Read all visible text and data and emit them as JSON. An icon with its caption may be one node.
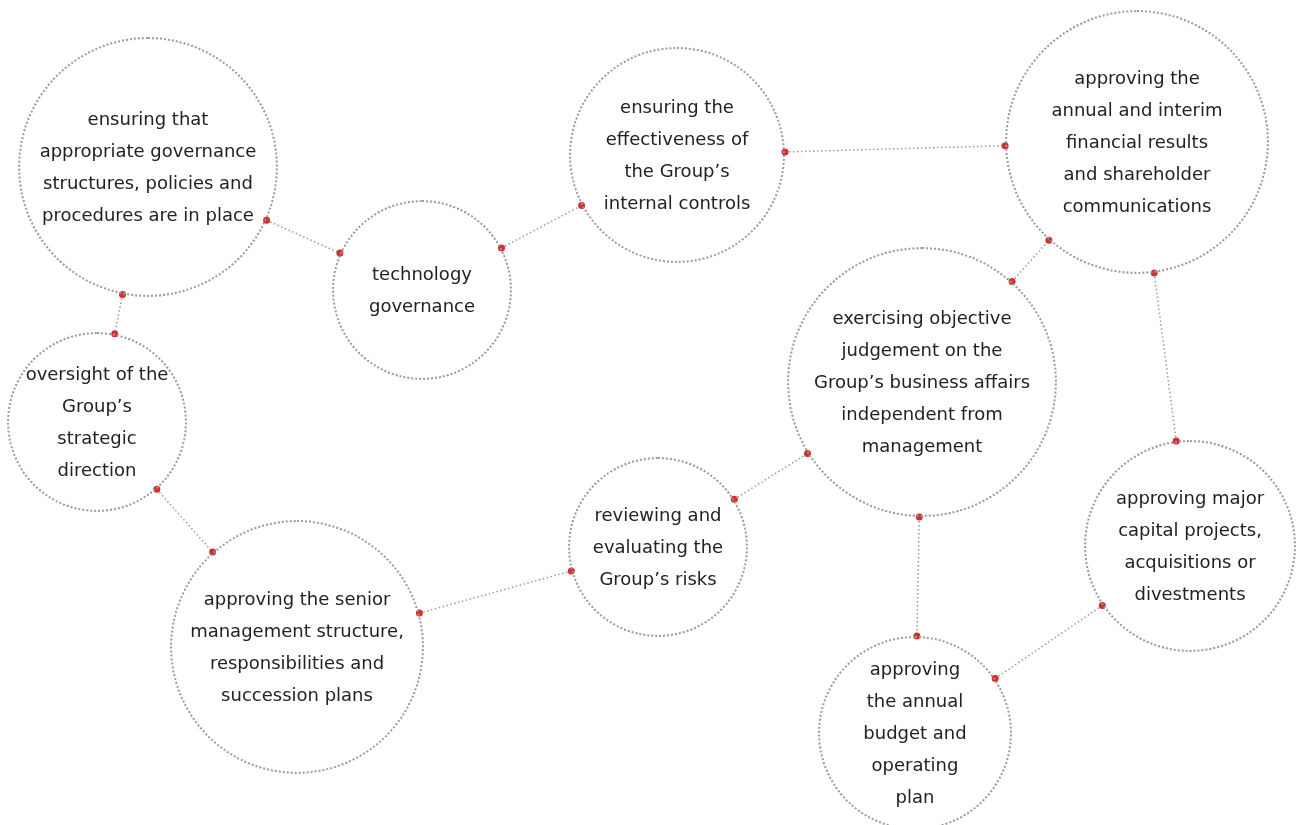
{
  "diagram": {
    "nodes": [
      {
        "text": [
          "ensuring that appropriate governance structures, policies and procedures are in place"
        ]
      },
      {
        "text": [
          "technology governance"
        ]
      },
      {
        "text": [
          "ensuring the effectiveness of the Group’s internal controls"
        ]
      },
      {
        "text": [
          "approving the annual and interim financial results and shareholder communications"
        ]
      },
      {
        "text": [
          "oversight of the Group’s strategic direction"
        ]
      },
      {
        "text": [
          "approving the senior management structure, responsibilities and succession plans"
        ]
      },
      {
        "text": [
          "reviewing and evaluating the Group’s risks"
        ]
      },
      {
        "text": [
          "exercising objective judgement on the Group’s business affairs independent from management"
        ]
      },
      {
        "text": [
          "approving major capital projects, acquisitions or divestments"
        ]
      },
      {
        "text": [
          "approving the annual budget and operating plan"
        ]
      }
    ],
    "edges": [
      {
        "from": 0,
        "to": 1,
        "arrow": "other"
      },
      {
        "from": 1,
        "to": 2,
        "arrow": "other"
      },
      {
        "from": 2,
        "to": 3,
        "arrow": "other"
      },
      {
        "from": 0,
        "to": 4,
        "arrow": "other"
      },
      {
        "from": 4,
        "to": 5,
        "arrow": "other"
      },
      {
        "from": 5,
        "to": 6,
        "arrow": "other"
      },
      {
        "from": 6,
        "to": 7,
        "arrow": "other"
      },
      {
        "from": 7,
        "to": 3,
        "arrow": "other"
      },
      {
        "from": 3,
        "to": 8,
        "arrow": "other"
      },
      {
        "from": 7,
        "to": 9,
        "arrow": "other"
      },
      {
        "from": 9,
        "to": 8,
        "arrow": "other"
      }
    ]
  }
}
